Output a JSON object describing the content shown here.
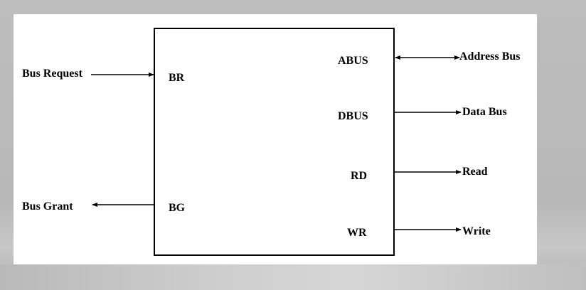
{
  "diagram": {
    "external_signals": {
      "bus_request": "Bus Request",
      "bus_grant": "Bus Grant",
      "address_bus": "Address Bus",
      "data_bus": "Data Bus",
      "read": "Read",
      "write": "Write"
    },
    "pins": {
      "br": "BR",
      "bg": "BG",
      "abus": "ABUS",
      "dbus": "DBUS",
      "rd": "RD",
      "wr": "WR"
    }
  }
}
